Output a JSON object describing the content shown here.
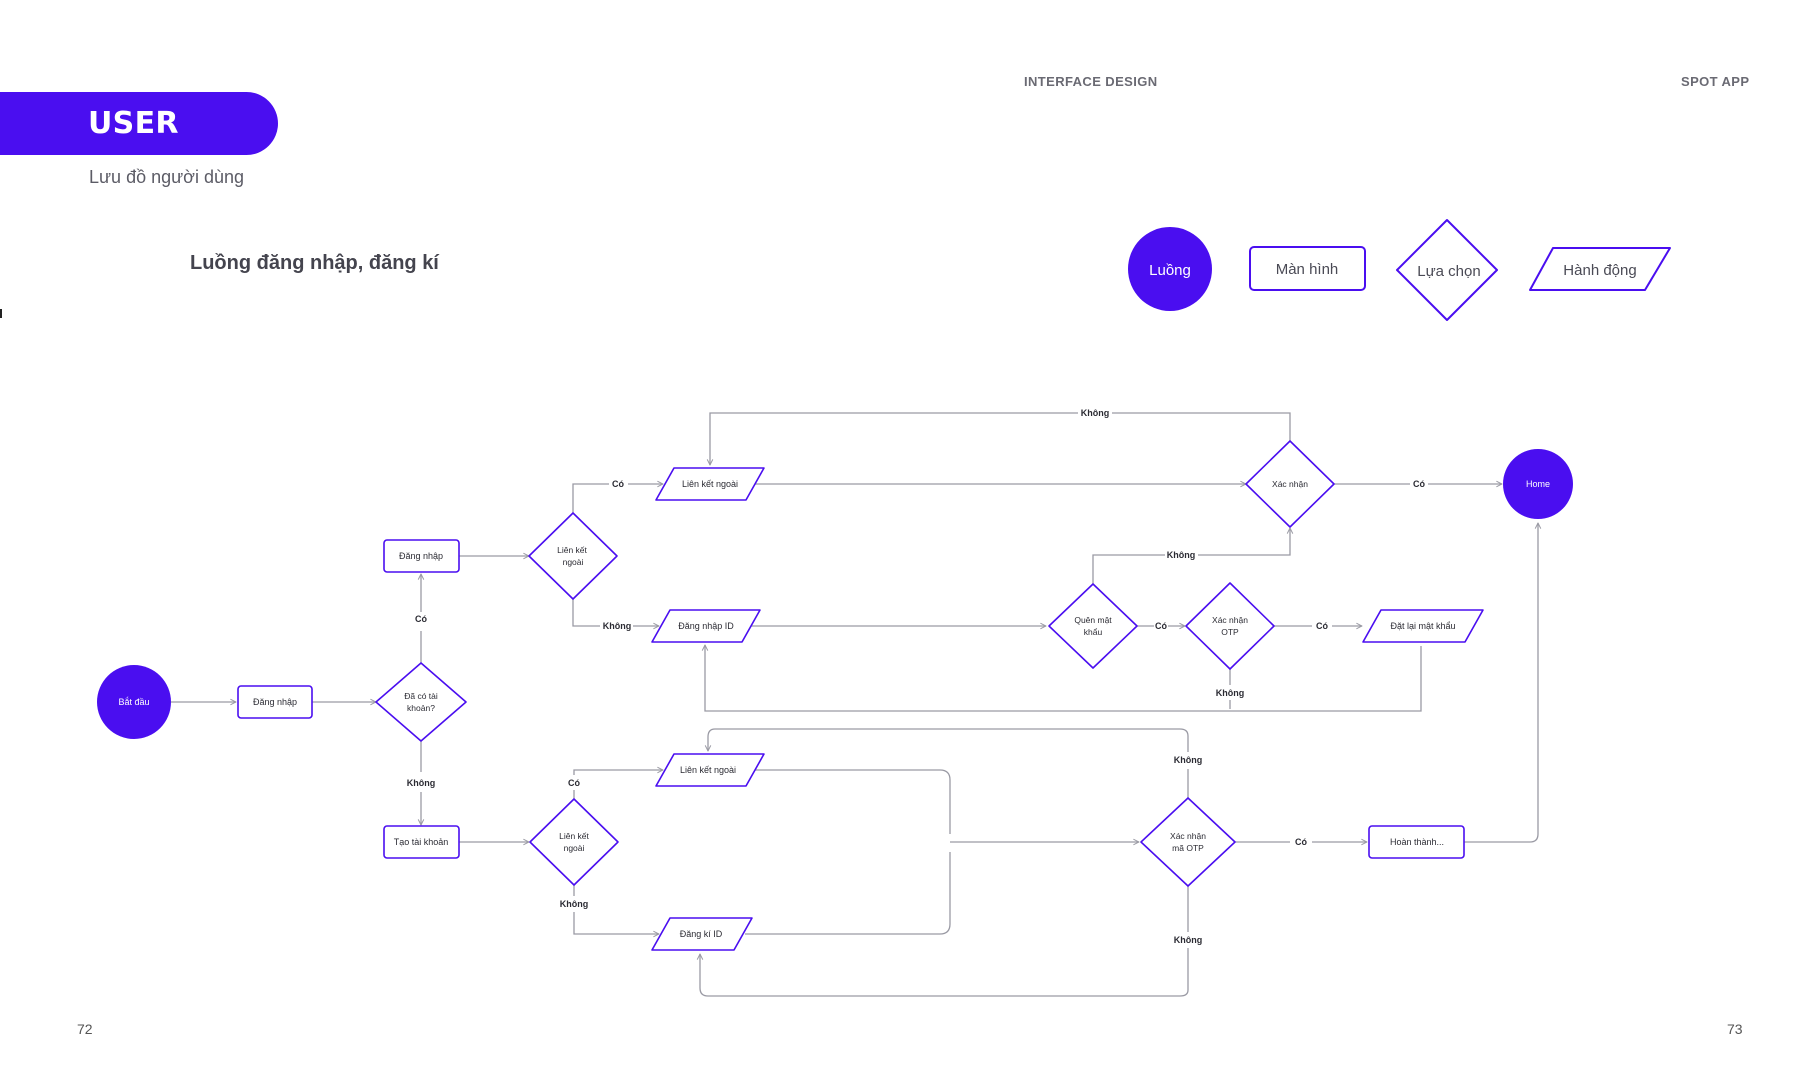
{
  "header": {
    "title": "USER FLOW",
    "subtitle": "Lưu đồ người dùng",
    "center_label": "INTERFACE DESIGN",
    "right_label": "SPOT APP"
  },
  "section": {
    "title": "Luồng đăng nhập, đăng kí"
  },
  "legend": {
    "flow": "Luồng",
    "screen": "Màn hình",
    "choice": "Lựa chọn",
    "action": "Hành động"
  },
  "pages": {
    "left": "72",
    "right": "73"
  },
  "colors": {
    "accent": "#4a0ef0",
    "line": "#9a9aa4",
    "text": "#2b2b33"
  },
  "nodes": {
    "start": "Bắt đầu",
    "login_screen": "Đăng nhập",
    "has_account": [
      "Đã có tài",
      "khoản?"
    ],
    "login": "Đăng nhập",
    "create_account": "Tạo tài khoản",
    "link_q_top": [
      "Liên kết",
      "ngoài"
    ],
    "link_q_bottom": [
      "Liên kết",
      "ngoài"
    ],
    "link_ext_top": "Liên kết ngoài",
    "login_id": "Đăng nhập ID",
    "link_ext_bottom": "Liên kết ngoài",
    "register_id": "Đăng kí ID",
    "confirm": "Xác nhận",
    "forgot_pw": [
      "Quên mật",
      "khẩu"
    ],
    "verify_otp": [
      "Xác nhận",
      "OTP"
    ],
    "reset_pw": "Đặt lại mật khẩu",
    "verify_otp_code": [
      "Xác nhận",
      "mã OTP"
    ],
    "finish": "Hoàn thành...",
    "home": "Home"
  },
  "edge_labels": {
    "yes": "Có",
    "no": "Không"
  }
}
